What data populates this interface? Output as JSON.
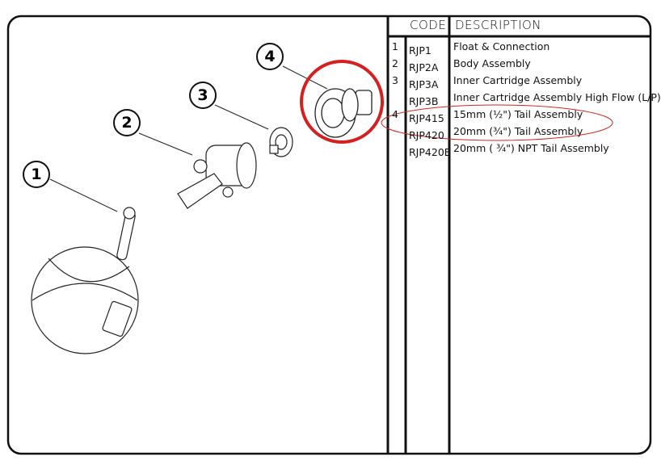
{
  "table": {
    "headers": {
      "code": "CODE",
      "description": "DESCRIPTION"
    },
    "rows": [
      {
        "num": "1",
        "code": "RJP1",
        "description": "Float & Connection"
      },
      {
        "num": "2",
        "code": "RJP2A",
        "description": "Body Assembly"
      },
      {
        "num": "3",
        "code": "RJP3A",
        "description": "Inner Cartridge Assembly"
      },
      {
        "num": "",
        "code": "RJP3B",
        "description": "Inner Cartridge Assembly High Flow (L/P)"
      },
      {
        "num": "4",
        "code": "RJP415",
        "description": "15mm (½\") Tail Assembly"
      },
      {
        "num": "",
        "code": "RJP420",
        "description": "20mm (¾\") Tail Assembly"
      },
      {
        "num": "",
        "code": "RJP420E",
        "description": "20mm ( ¾\") NPT Tail Assembly"
      }
    ]
  },
  "callouts": [
    "1",
    "2",
    "3",
    "4"
  ],
  "highlight_color": "#d42020"
}
